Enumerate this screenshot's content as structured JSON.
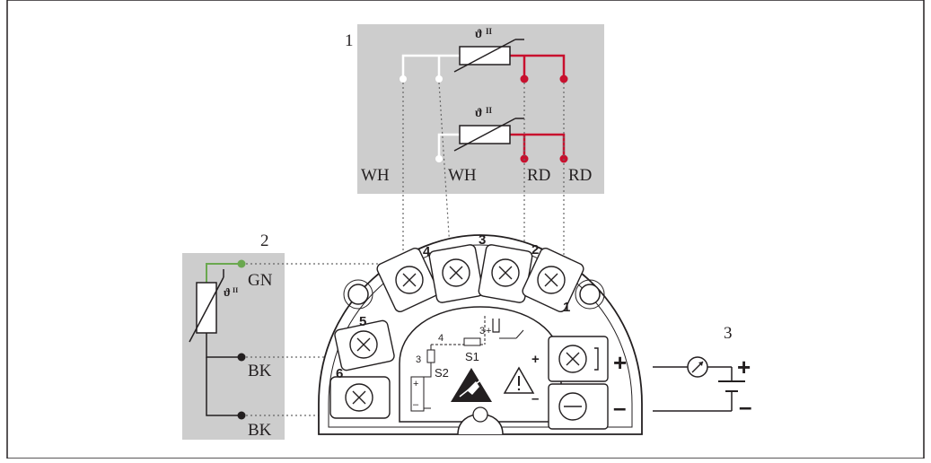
{
  "callouts": {
    "rtd_panel": "1",
    "sensor_panel": "2",
    "power_supply": "3"
  },
  "rtd_panel": {
    "wire_labels": [
      "WH",
      "WH",
      "RD",
      "RD"
    ],
    "symbol": "ϑ"
  },
  "sensor_panel": {
    "wire_labels": [
      "GN",
      "BK",
      "BK"
    ],
    "symbol": "ϑ"
  },
  "terminals": {
    "top": [
      "4",
      "3",
      "2",
      "1"
    ],
    "left": [
      "5",
      "6"
    ],
    "inner_labels": [
      "4",
      "3",
      "3"
    ],
    "switches": [
      "S1",
      "S2"
    ]
  },
  "power": {
    "plus": "+",
    "minus": "–",
    "inner_plus": "+",
    "inner_minus": "–"
  },
  "colors": {
    "red": "#c8102e",
    "green": "#6aa84f",
    "panel": "#cdcdcd",
    "white_wire": "#ffffff",
    "ink": "#231f20"
  },
  "icons": [
    "variable-resistor-icon",
    "esd-warning-icon",
    "caution-icon",
    "ammeter-icon",
    "screw-terminal-icon"
  ]
}
